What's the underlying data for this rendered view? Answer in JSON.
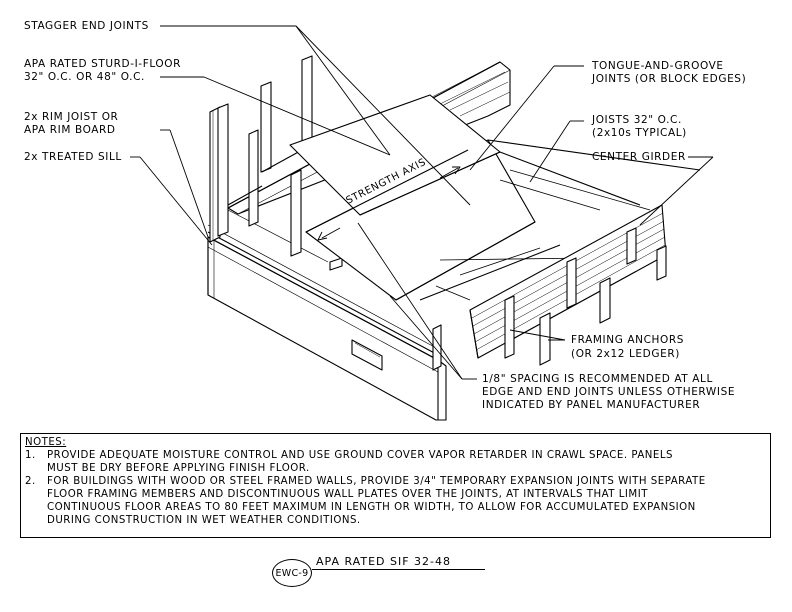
{
  "callouts": {
    "stagger": "STAGGER END JOINTS",
    "sturd_1": "APA RATED STURD-I-FLOOR",
    "sturd_2": "32\" O.C. OR 48\" O.C.",
    "rim_1": "2x RIM JOIST OR",
    "rim_2": "APA RIM BOARD",
    "sill": "2x TREATED SILL",
    "tongue_1": "TONGUE-AND-GROOVE",
    "tongue_2": "JOINTS (OR BLOCK EDGES)",
    "joists_1": "JOISTS 32\" O.C.",
    "joists_2": "(2x10s TYPICAL)",
    "girder": "CENTER GIRDER",
    "anchors_1": "FRAMING ANCHORS",
    "anchors_2": "(OR 2x12 LEDGER)",
    "spacing_1": "1/8\" SPACING IS RECOMMENDED AT ALL",
    "spacing_2": "EDGE AND END JOINTS UNLESS OTHERWISE",
    "spacing_3": "INDICATED BY PANEL MANUFACTURER",
    "strength_axis": "STRENGTH AXIS"
  },
  "notes": {
    "heading": "NOTES:",
    "n1_num": "1.",
    "n1_l1": "PROVIDE ADEQUATE MOISTURE CONTROL AND USE GROUND COVER VAPOR RETARDER IN CRAWL SPACE. PANELS",
    "n1_l2": "MUST BE DRY BEFORE APPLYING FINISH FLOOR.",
    "n2_num": "2.",
    "n2_l1": "FOR BUILDINGS WITH WOOD OR STEEL FRAMED WALLS, PROVIDE 3/4\" TEMPORARY EXPANSION JOINTS WITH SEPARATE",
    "n2_l2": "FLOOR FRAMING MEMBERS AND DISCONTINUOUS WALL PLATES OVER THE JOINTS, AT INTERVALS THAT LIMIT",
    "n2_l3": "CONTINUOUS FLOOR AREAS TO 80 FEET MAXIMUM IN LENGTH OR WIDTH, TO ALLOW FOR ACCUMULATED EXPANSION",
    "n2_l4": "DURING CONSTRUCTION IN WET WEATHER CONDITIONS."
  },
  "title_block": {
    "badge": "EWC-9",
    "title": "APA RATED SIF 32-48"
  }
}
